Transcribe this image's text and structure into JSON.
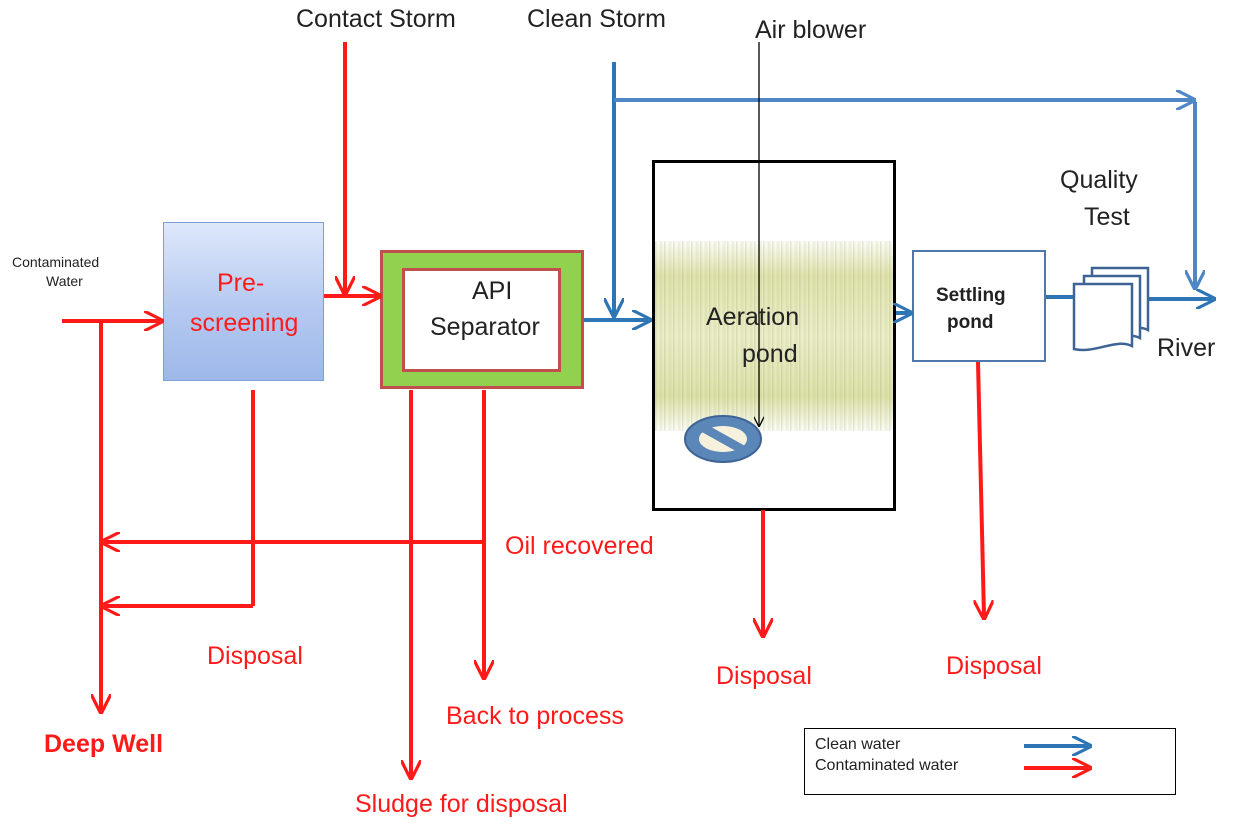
{
  "diagram": {
    "input_labels": {
      "contact_storm": "Contact Storm",
      "clean_storm": "Clean Storm",
      "air_blower": "Air blower",
      "contaminated_water_line1": "Contaminated",
      "contaminated_water_line2": "Water"
    },
    "nodes": {
      "prescreening_line1": "Pre-",
      "prescreening_line2": "screening",
      "api_line1": "API",
      "api_line2": "Separator",
      "aeration_line1": "Aeration",
      "aeration_line2": "pond",
      "settling_line1": "Settling",
      "settling_line2": "pond"
    },
    "outputs": {
      "quality_test_line1": "Quality",
      "quality_test_line2": "Test",
      "river": "River",
      "oil_recovered": "Oil recovered",
      "disposal_prescreen": "Disposal",
      "deep_well": "Deep Well",
      "back_to_process": "Back to process",
      "sludge_for_disposal": "Sludge for disposal",
      "disposal_aeration": "Disposal",
      "disposal_settling": "Disposal"
    },
    "legend": {
      "clean_water": "Clean water",
      "contaminated_water": "Contaminated water"
    },
    "colors": {
      "clean_water": "#2e75b6",
      "contaminated_water": "#ff1a1a"
    }
  }
}
